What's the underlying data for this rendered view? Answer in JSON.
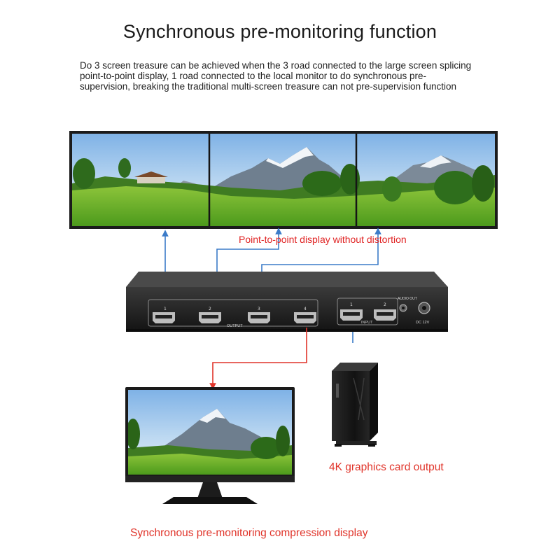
{
  "title": "Synchronous pre-monitoring function",
  "description": "Do 3 screen treasure can be achieved when the 3 road connected to the large screen splicing point-to-point display, 1 road connected to the local monitor to do synchronous pre-supervision, breaking the traditional multi-screen treasure can not pre-supervision function",
  "labels": {
    "point_to_point": "Point-to-point display without distortion",
    "graphics_output": "4K graphics card output",
    "compression_display": "Synchronous pre-monitoring compression display"
  },
  "device": {
    "output_label": "OUTPUT",
    "input_label": "INPUT",
    "audio_label": "AUDIO OUT",
    "dc_label": "DC 12V",
    "output_ports": [
      "1",
      "2",
      "3",
      "4"
    ],
    "input_ports": [
      "1",
      "2"
    ]
  },
  "colors": {
    "blue_line": "#3b7bc8",
    "red_line": "#e0342a",
    "label_red": "#e02424"
  }
}
